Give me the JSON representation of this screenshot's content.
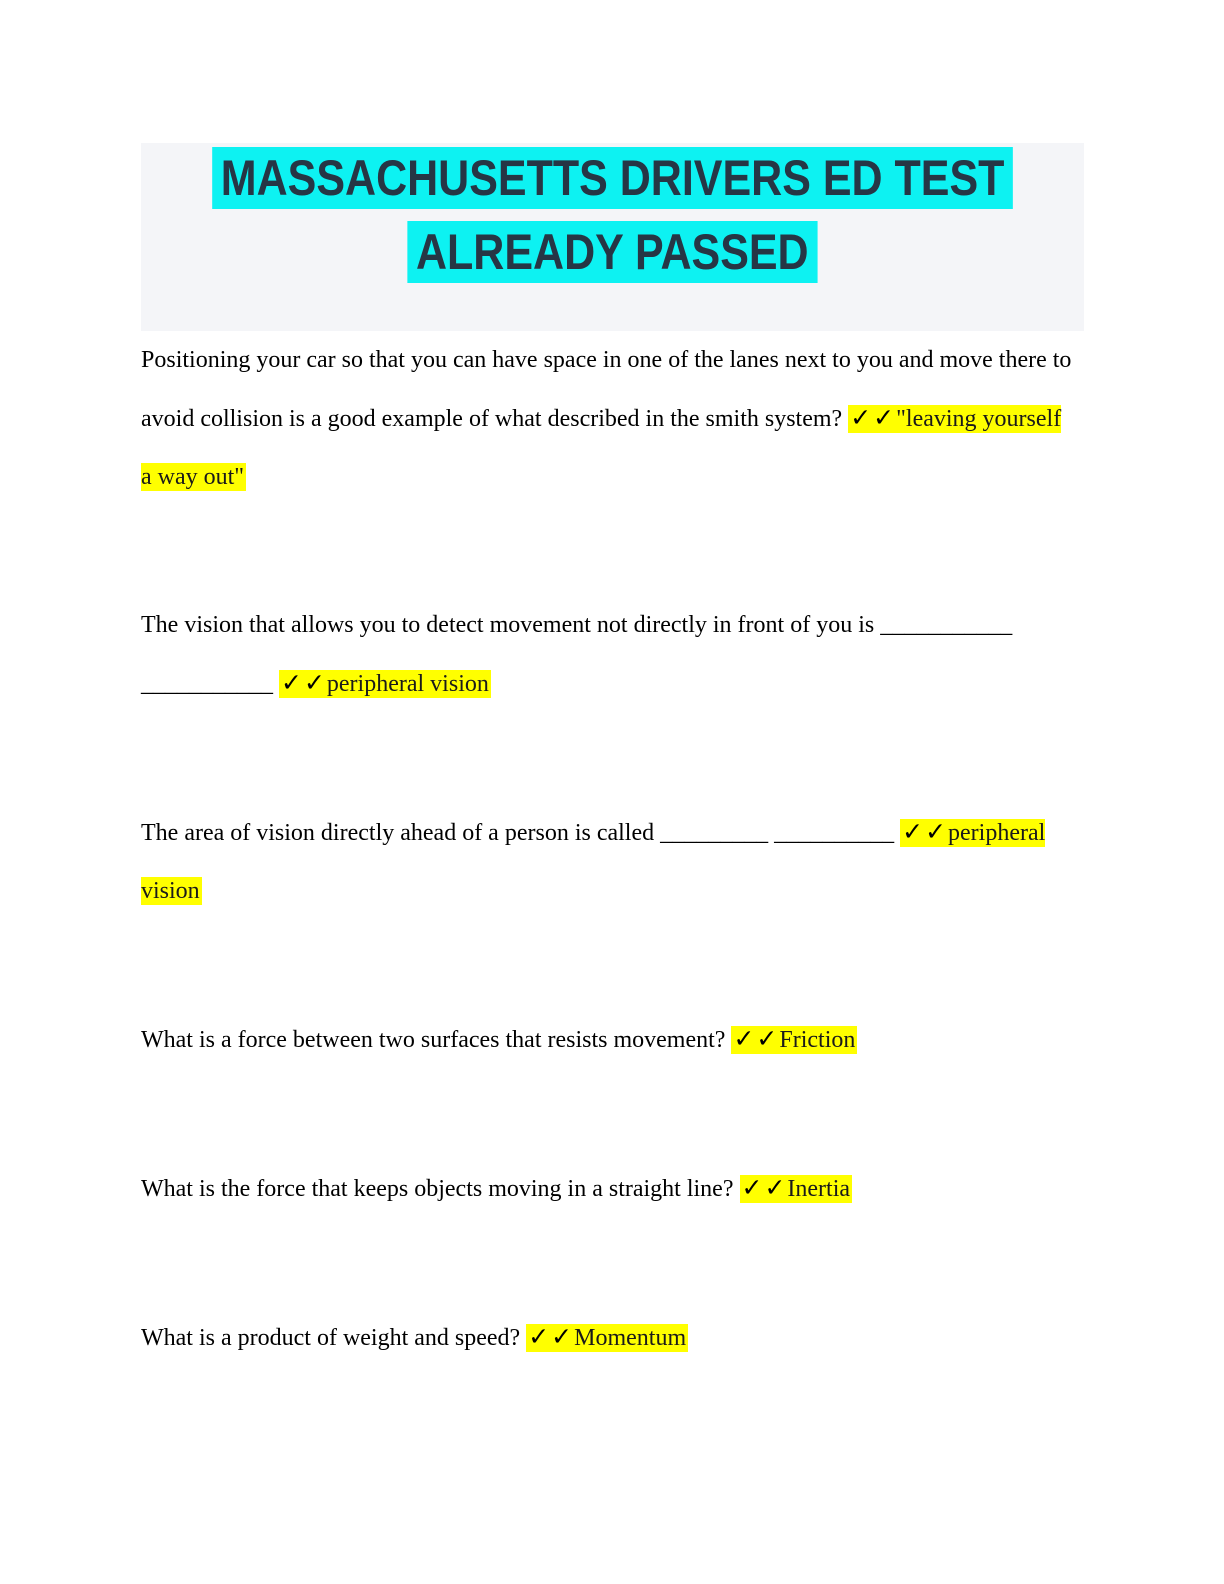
{
  "header": {
    "title_line1": "MASSACHUSETTS DRIVERS ED TEST",
    "title_line2": "ALREADY PASSED"
  },
  "colors": {
    "band_background": "#f4f5f8",
    "title_highlight": "#0df2f2",
    "title_text": "#263645",
    "answer_highlight": "#ffff00"
  },
  "questions": [
    {
      "question": "Positioning your car so that you can have space in one of the lanes next to you and move there to avoid collision is a good example of what described in the smith system? ",
      "checks": "✓✓",
      "answer": "\"leaving yourself a way out\""
    },
    {
      "question": "The vision that allows you to detect movement not directly in front of you is ___________ ___________ ",
      "checks": "✓✓",
      "answer": "peripheral vision"
    },
    {
      "question": "The area of vision directly ahead of a person is called _________ __________ ",
      "checks": "✓✓",
      "answer": "peripheral vision"
    },
    {
      "question": "What is a force between two surfaces that resists movement? ",
      "checks": "✓✓",
      "answer": "Friction"
    },
    {
      "question": "What is the force that keeps objects moving in a straight line? ",
      "checks": "✓✓",
      "answer": "Inertia"
    },
    {
      "question": "What is a product of weight and speed? ",
      "checks": "✓✓",
      "answer": "Momentum"
    }
  ]
}
